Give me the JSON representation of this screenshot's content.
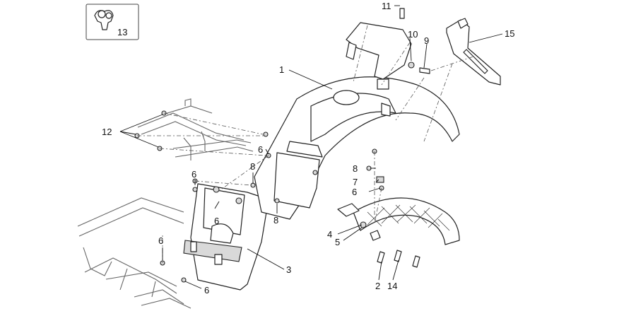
{
  "callouts": {
    "c1": "1",
    "c2": "2",
    "c3": "3",
    "c4": "4",
    "c5": "5",
    "c6a": "6",
    "c6b": "6",
    "c6c": "6",
    "c6d": "6",
    "c6e": "6",
    "c6f": "6",
    "c7": "7",
    "c8a": "8",
    "c8b": "8",
    "c8c": "8",
    "c9": "9",
    "c10": "10",
    "c11": "11",
    "c12": "12",
    "c13": "13",
    "c14": "14",
    "c15": "15"
  }
}
